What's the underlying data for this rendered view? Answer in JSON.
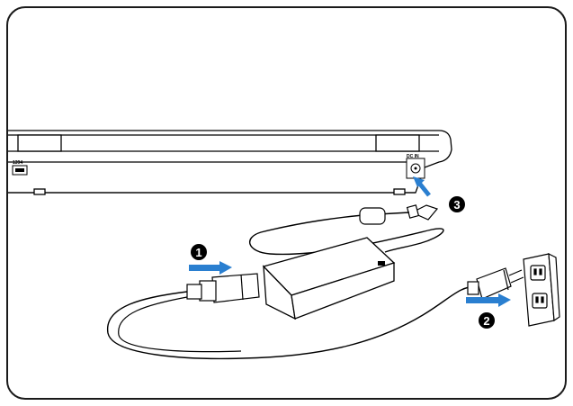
{
  "steps": [
    {
      "number": "1"
    },
    {
      "number": "2"
    },
    {
      "number": "3"
    }
  ],
  "labels": {
    "dc_in_port": "DC IN",
    "left_port": "1394"
  },
  "colors": {
    "arrow": "#2a7fd0",
    "outline": "#000000",
    "badge": "#000000",
    "frame_border": "#1a1a1a"
  }
}
